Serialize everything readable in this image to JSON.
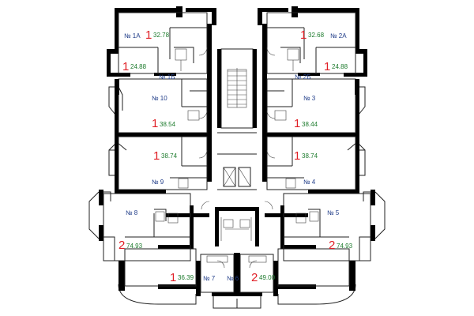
{
  "apartments": [
    {
      "id": "1A",
      "number": "№ 1А",
      "rooms": "1",
      "area": "32.78"
    },
    {
      "id": "2A",
      "number": "№ 2А",
      "rooms": "1",
      "area": "32.68"
    },
    {
      "id": "1B",
      "number": "№ 1Б",
      "rooms": "1",
      "area": "24.88"
    },
    {
      "id": "2B",
      "number": "№ 2Б",
      "rooms": "1",
      "area": "24.88"
    },
    {
      "id": "10",
      "number": "№ 10",
      "rooms": "1",
      "area": "38.54"
    },
    {
      "id": "3",
      "number": "№ 3",
      "rooms": "1",
      "area": "38.44"
    },
    {
      "id": "9",
      "number": "№ 9",
      "rooms": "1",
      "area": "38.74"
    },
    {
      "id": "4",
      "number": "№ 4",
      "rooms": "1",
      "area": "38.74"
    },
    {
      "id": "8",
      "number": "№ 8",
      "rooms": "2",
      "area": "74.93"
    },
    {
      "id": "5",
      "number": "№ 5",
      "rooms": "2",
      "area": "74.93"
    },
    {
      "id": "7",
      "number": "№ 7",
      "rooms": "1",
      "area": "36.39"
    },
    {
      "id": "6",
      "number": "№ 6",
      "rooms": "2",
      "area": "49.00"
    }
  ],
  "colors": {
    "wall": "#000000",
    "unit_number": "#1f3c88",
    "room_count": "#e01f26",
    "area": "#1c7a2c"
  }
}
